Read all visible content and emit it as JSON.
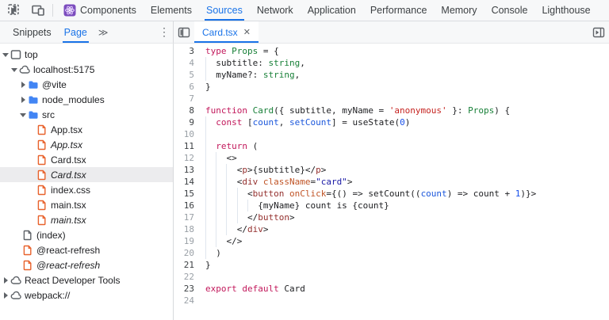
{
  "devtools": {
    "main_toolbar": {
      "icons": [
        {
          "name": "inspect-element-icon"
        },
        {
          "name": "device-toolbar-icon"
        }
      ],
      "tabs": [
        {
          "label": "Components",
          "icon": "react-components-icon",
          "active": false
        },
        {
          "label": "Elements",
          "active": false
        },
        {
          "label": "Sources",
          "active": true
        },
        {
          "label": "Network",
          "active": false
        },
        {
          "label": "Application",
          "active": false
        },
        {
          "label": "Performance",
          "active": false
        },
        {
          "label": "Memory",
          "active": false
        },
        {
          "label": "Console",
          "active": false
        },
        {
          "label": "Lighthouse",
          "active": false
        }
      ]
    },
    "navigator": {
      "tabs": [
        {
          "label": "Snippets",
          "active": false
        },
        {
          "label": "Page",
          "active": true
        }
      ],
      "overflow_glyph": "≫",
      "more_glyph": "⋮",
      "tree": [
        {
          "label": "top",
          "icon": "frame",
          "arrow": "open",
          "indent": 2,
          "italic": false,
          "selected": false
        },
        {
          "label": "localhost:5175",
          "icon": "cloud",
          "arrow": "open",
          "indent": 13,
          "italic": false,
          "selected": false
        },
        {
          "label": "@vite",
          "icon": "folder",
          "arrow": "closed",
          "indent": 24,
          "italic": false,
          "selected": false
        },
        {
          "label": "node_modules",
          "icon": "folder",
          "arrow": "closed",
          "indent": 24,
          "italic": false,
          "selected": false
        },
        {
          "label": "src",
          "icon": "folder",
          "arrow": "open",
          "indent": 24,
          "italic": false,
          "selected": false
        },
        {
          "label": "App.tsx",
          "icon": "file-orange",
          "arrow": "none",
          "indent": 46,
          "italic": false,
          "selected": false
        },
        {
          "label": "App.tsx",
          "icon": "file-orange",
          "arrow": "none",
          "indent": 46,
          "italic": true,
          "selected": false
        },
        {
          "label": "Card.tsx",
          "icon": "file-orange",
          "arrow": "none",
          "indent": 46,
          "italic": false,
          "selected": false
        },
        {
          "label": "Card.tsx",
          "icon": "file-orange",
          "arrow": "none",
          "indent": 46,
          "italic": true,
          "selected": true
        },
        {
          "label": "index.css",
          "icon": "file-orange",
          "arrow": "none",
          "indent": 46,
          "italic": false,
          "selected": false
        },
        {
          "label": "main.tsx",
          "icon": "file-orange",
          "arrow": "none",
          "indent": 46,
          "italic": false,
          "selected": false
        },
        {
          "label": "main.tsx",
          "icon": "file-orange",
          "arrow": "none",
          "indent": 46,
          "italic": true,
          "selected": false
        },
        {
          "label": "(index)",
          "icon": "file-gray",
          "arrow": "none",
          "indent": 28,
          "italic": false,
          "selected": false
        },
        {
          "label": "@react-refresh",
          "icon": "file-orange",
          "arrow": "none",
          "indent": 28,
          "italic": false,
          "selected": false
        },
        {
          "label": "@react-refresh",
          "icon": "file-orange",
          "arrow": "none",
          "indent": 28,
          "italic": true,
          "selected": false
        },
        {
          "label": "React Developer Tools",
          "icon": "cloud",
          "arrow": "closed",
          "indent": 2,
          "italic": false,
          "selected": false
        },
        {
          "label": "webpack://",
          "icon": "cloud",
          "arrow": "closed",
          "indent": 2,
          "italic": false,
          "selected": false
        }
      ]
    },
    "editor": {
      "open_tab": {
        "label": "Card.tsx",
        "close_glyph": "✕"
      },
      "first_line": 3,
      "lines": [
        {
          "n": 3,
          "dark": true,
          "segs": [
            [
              "k",
              "type"
            ],
            [
              "d",
              " "
            ],
            [
              "t",
              "Props"
            ],
            [
              "d",
              " = {"
            ]
          ]
        },
        {
          "n": 4,
          "dark": false,
          "segs": [
            [
              "d",
              "  subtitle: "
            ],
            [
              "t",
              "string"
            ],
            [
              "d",
              ","
            ]
          ]
        },
        {
          "n": 5,
          "dark": false,
          "segs": [
            [
              "d",
              "  myName?: "
            ],
            [
              "t",
              "string"
            ],
            [
              "d",
              ","
            ]
          ]
        },
        {
          "n": 6,
          "dark": false,
          "segs": [
            [
              "d",
              "}"
            ]
          ]
        },
        {
          "n": 7,
          "dark": false,
          "segs": []
        },
        {
          "n": 8,
          "dark": true,
          "segs": [
            [
              "k",
              "function"
            ],
            [
              "d",
              " "
            ],
            [
              "t",
              "Card"
            ],
            [
              "d",
              "({ subtitle, myName = "
            ],
            [
              "s",
              "'anonymous'"
            ],
            [
              "d",
              " }: "
            ],
            [
              "t",
              "Props"
            ],
            [
              "d",
              ") {"
            ]
          ]
        },
        {
          "n": 9,
          "dark": true,
          "segs": [
            [
              "d",
              "  "
            ],
            [
              "k",
              "const"
            ],
            [
              "d",
              " ["
            ],
            [
              "v",
              "count"
            ],
            [
              "d",
              ", "
            ],
            [
              "v",
              "setCount"
            ],
            [
              "d",
              "] = useState("
            ],
            [
              "n2",
              "0"
            ],
            [
              "d",
              ")"
            ]
          ]
        },
        {
          "n": 10,
          "dark": false,
          "segs": [
            [
              "d",
              "  "
            ]
          ]
        },
        {
          "n": 11,
          "dark": true,
          "segs": [
            [
              "d",
              "  "
            ],
            [
              "k",
              "return"
            ],
            [
              "d",
              " ("
            ]
          ]
        },
        {
          "n": 12,
          "dark": false,
          "segs": [
            [
              "d",
              "    <>"
            ]
          ]
        },
        {
          "n": 13,
          "dark": true,
          "segs": [
            [
              "d",
              "      <"
            ],
            [
              "g",
              "p"
            ],
            [
              "d",
              ">{subtitle}</"
            ],
            [
              "g",
              "p"
            ],
            [
              "d",
              ">"
            ]
          ]
        },
        {
          "n": 14,
          "dark": true,
          "segs": [
            [
              "d",
              "      <"
            ],
            [
              "g",
              "div"
            ],
            [
              "d",
              " "
            ],
            [
              "a",
              "className"
            ],
            [
              "d",
              "="
            ],
            [
              "av",
              "\"card\""
            ],
            [
              "d",
              ">"
            ]
          ]
        },
        {
          "n": 15,
          "dark": true,
          "segs": [
            [
              "d",
              "        <"
            ],
            [
              "g",
              "button"
            ],
            [
              "d",
              " "
            ],
            [
              "a",
              "onClick"
            ],
            [
              "d",
              "={() => setCount(("
            ],
            [
              "v",
              "count"
            ],
            [
              "d",
              ") => count + "
            ],
            [
              "n2",
              "1"
            ],
            [
              "d",
              ")}>"
            ]
          ]
        },
        {
          "n": 16,
          "dark": true,
          "segs": [
            [
              "d",
              "          {myName} count is {count}"
            ]
          ]
        },
        {
          "n": 17,
          "dark": false,
          "segs": [
            [
              "d",
              "        </"
            ],
            [
              "g",
              "button"
            ],
            [
              "d",
              ">"
            ]
          ]
        },
        {
          "n": 18,
          "dark": false,
          "segs": [
            [
              "d",
              "      </"
            ],
            [
              "g",
              "div"
            ],
            [
              "d",
              ">"
            ]
          ]
        },
        {
          "n": 19,
          "dark": false,
          "segs": [
            [
              "d",
              "    </>"
            ]
          ]
        },
        {
          "n": 20,
          "dark": false,
          "segs": [
            [
              "d",
              "  )"
            ]
          ]
        },
        {
          "n": 21,
          "dark": true,
          "segs": [
            [
              "d",
              "}"
            ]
          ]
        },
        {
          "n": 22,
          "dark": false,
          "segs": []
        },
        {
          "n": 23,
          "dark": true,
          "segs": [
            [
              "k",
              "export"
            ],
            [
              "d",
              " "
            ],
            [
              "k",
              "default"
            ],
            [
              "d",
              " Card"
            ]
          ]
        },
        {
          "n": 24,
          "dark": false,
          "segs": []
        }
      ]
    },
    "colors": {
      "accent": "#1a73e8",
      "toolbar_bg": "#f7f8f9",
      "border": "#d7d9dc",
      "selection_bg": "#ececee",
      "folder_icon": "#4285f4",
      "file_icon": "#e8622c",
      "token_keyword": "#C2185B",
      "token_type": "#188038",
      "token_variable": "#1A56DB",
      "token_number": "#1750EB",
      "token_string": "#C5221F",
      "token_jsx_tag": "#94302E",
      "token_jsx_attr": "#C05426",
      "token_jsx_attr_value": "#1A1AA6",
      "line_number": "#9aa0a6",
      "line_number_active": "#3c4043"
    }
  }
}
